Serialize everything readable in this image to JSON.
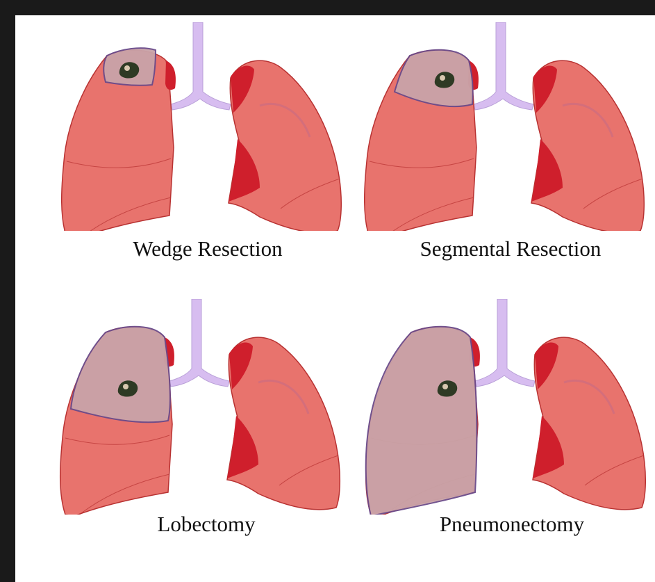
{
  "colors": {
    "lung_fill": "#e8736d",
    "lung_stroke": "#b83232",
    "lung_dark": "#cf1f2c",
    "resected_fill": "#c9a3a8",
    "resected_stroke": "#6a4a8a",
    "tumor": "#2e3a24",
    "trachea": "#d7bdf0",
    "background": "#ffffff",
    "frame": "#1a1a1a"
  },
  "icons": [
    "lung-illustration",
    "trachea-icon",
    "tumor-icon"
  ],
  "panels": [
    {
      "caption": "Wedge Resection",
      "resected_region": "wedge"
    },
    {
      "caption": "Segmental Resection",
      "resected_region": "segment"
    },
    {
      "caption": "Lobectomy",
      "resected_region": "lobe"
    },
    {
      "caption": "Pneumonectomy",
      "resected_region": "whole_lung"
    }
  ]
}
